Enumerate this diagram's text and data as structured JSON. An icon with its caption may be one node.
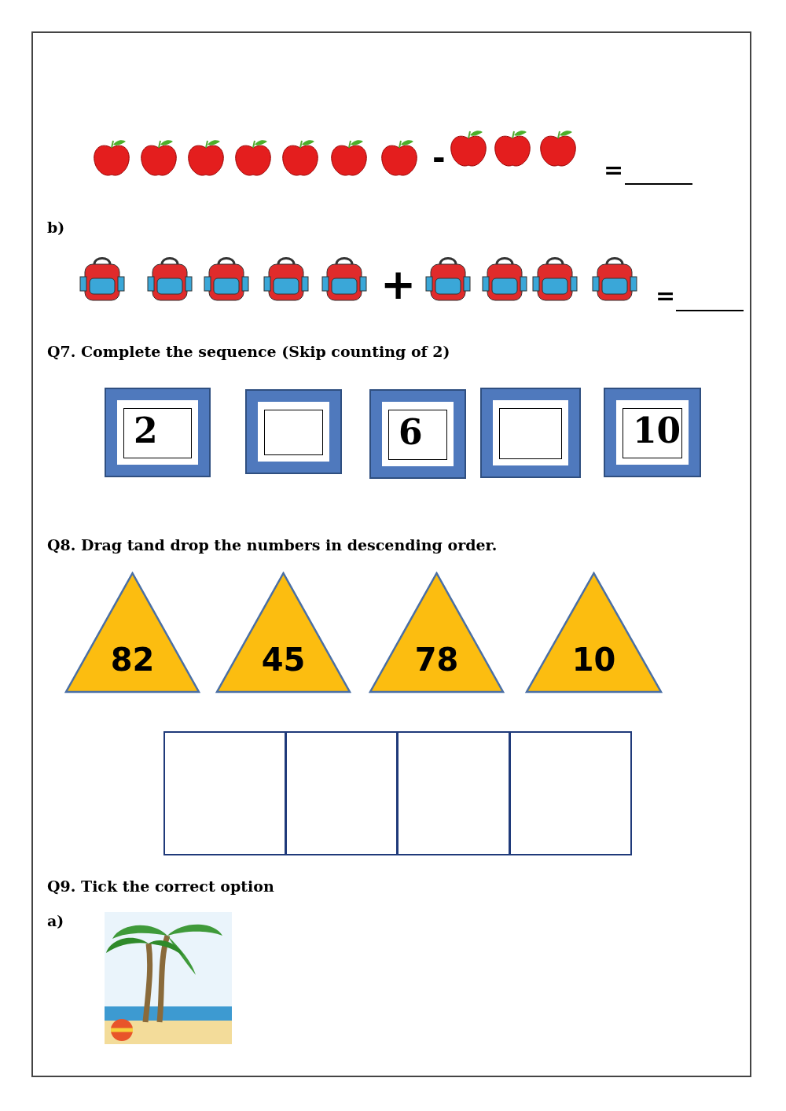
{
  "diagram": {
    "nodes": [
      {
        "text": [
          "2"
        ]
      },
      {
        "text": [],
        "shape": "box"
      },
      {
        "text": [
          "6"
        ]
      },
      {
        "text": [],
        "shape": "box"
      },
      {
        "text": [
          "10"
        ]
      },
      {
        "text": [
          "82"
        ]
      },
      {
        "text": [
          "45"
        ]
      },
      {
        "text": [
          "78"
        ]
      },
      {
        "text": [
          "10"
        ]
      },
      {
        "text": [],
        "shape": "box"
      },
      {
        "text": [],
        "shape": "box"
      },
      {
        "text": [],
        "shape": "box"
      },
      {
        "text": [],
        "shape": "box"
      }
    ],
    "labels": [
      "-",
      "=",
      "b)",
      "+",
      "=",
      "Q7. Complete the sequence (Skip counting of 2)",
      "Q8.  Drag tand drop the numbers in descending order.",
      "Q9. Tick the correct option",
      "a)"
    ]
  }
}
